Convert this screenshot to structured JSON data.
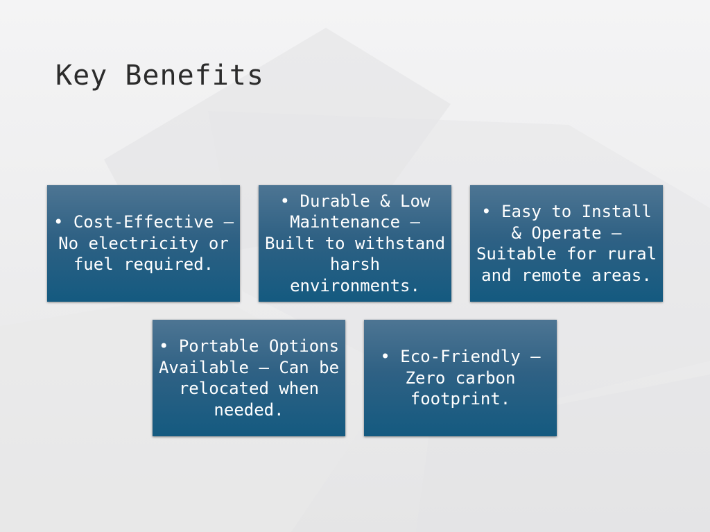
{
  "slide": {
    "title": "Key Benefits",
    "benefits": [
      "• Cost-Effective – No electricity or fuel required.",
      "• Durable & Low Maintenance – Built to withstand harsh environments.",
      "• Easy to Install & Operate – Suitable for rural and remote areas.",
      "• Portable Options Available – Can be relocated when needed.",
      "• Eco-Friendly – Zero carbon footprint."
    ]
  },
  "colors": {
    "box_top": "#4d7593",
    "box_bottom": "#145a80",
    "text": "#ffffff",
    "title": "#2b2b2b",
    "background": "#f0f0f1"
  }
}
